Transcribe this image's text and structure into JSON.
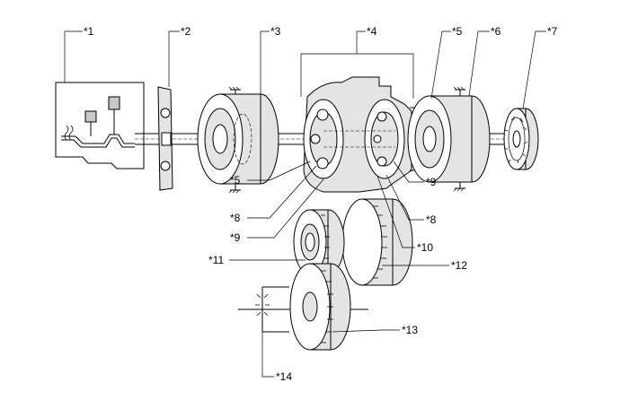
{
  "callouts": [
    "*1",
    "*2",
    "*3",
    "*4",
    "*5",
    "*6",
    "*7",
    "*5",
    "*8",
    "*9",
    "*9",
    "*8",
    "*10",
    "*11",
    "*12",
    "*13",
    "*14"
  ]
}
